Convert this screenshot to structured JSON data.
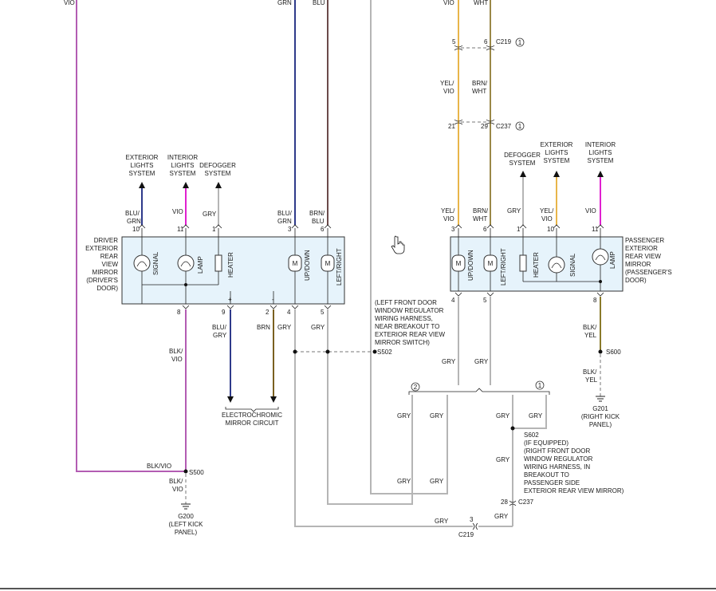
{
  "colors": {
    "vio": "#b35cb3",
    "grn_blu": "#2e3a8a",
    "blu_grn": "#2e3a8a",
    "brn_blu": "#6b4a4a",
    "gry": "#b5b5b5",
    "yel_vio": "#e8b54a",
    "brn_wht": "#9a8848",
    "magenta": "#e020d0",
    "brn": "#7a6020",
    "blk_yel": "#8a7a2a",
    "box_fill": "#e6f3fb"
  },
  "top_labels": {
    "vio": "VIO",
    "grn": "GRN",
    "blu": "BLU",
    "vio2": "VIO",
    "wht": "WHT"
  },
  "connectors": {
    "c219_top": {
      "pin5": "5",
      "pin6": "6",
      "name": "C219",
      "badge": "1"
    },
    "c237_top": {
      "pin21": "21",
      "pin29": "29",
      "name": "C237",
      "badge": "1"
    },
    "c237_bottom": {
      "pin": "28",
      "name": "C237"
    },
    "c219_bottom": {
      "pin": "3",
      "name": "C219"
    }
  },
  "mid_wire_labels": {
    "yel_vio_1": "YEL/",
    "yel_vio_2": "VIO",
    "brn_wht_1": "BRN/",
    "brn_wht_2": "WHT"
  },
  "driver": {
    "sys1": [
      "EXTERIOR",
      "LIGHTS",
      "SYSTEM"
    ],
    "sys2": [
      "INTERIOR",
      "LIGHTS",
      "SYSTEM"
    ],
    "sys3": [
      "DEFOGGER",
      "SYSTEM"
    ],
    "w10": [
      "BLU/",
      "GRN"
    ],
    "w11": "VIO",
    "w1": "GRY",
    "w3": [
      "BLU/",
      "GRN"
    ],
    "w6": [
      "BRN/",
      "BLU"
    ],
    "pins": {
      "p10": "10",
      "p11": "11",
      "p1": "1",
      "p3": "3",
      "p6": "6",
      "p8": "8",
      "p9": "9",
      "p2": "2",
      "p4": "4",
      "p5": "5"
    },
    "signs": {
      "plus": "+",
      "minus": "-"
    },
    "comp": {
      "signal": "SIGNAL",
      "lamp": "LAMP",
      "heater": "HEATER",
      "updown": "UP/DOWN",
      "leftright": "LEFT/RIGHT",
      "m": "M"
    },
    "name": [
      "DRIVER",
      "EXTERIOR",
      "REAR",
      "VIEW",
      "MIRROR",
      "(DRIVER'S",
      "DOOR)"
    ],
    "bottom_w9": [
      "BLU/",
      "GRY"
    ],
    "bottom_w2": "BRN",
    "bottom_w4": "GRY",
    "bottom_w5": "GRY",
    "blk_vio": [
      "BLK/",
      "VIO"
    ],
    "electro": [
      "ELECTROCHROMIC",
      "MIRROR CIRCUIT"
    ]
  },
  "s502": {
    "name": "S502",
    "note": [
      "(LEFT FRONT DOOR",
      "WINDOW REGULATOR",
      "WIRING HARNESS,",
      "NEAR BREAKOUT TO",
      "EXTERIOR REAR VIEW",
      "MIRROR SWITCH)"
    ]
  },
  "s500": {
    "name": "S500",
    "blk_vio_top": "BLK/VIO",
    "blk_vio_bot": [
      "BLK/",
      "VIO"
    ]
  },
  "g200": [
    "G200",
    "(LEFT KICK",
    "PANEL)"
  ],
  "passenger": {
    "sys1": [
      "DEFOGGER",
      "SYSTEM"
    ],
    "sys2": [
      "EXTERIOR",
      "LIGHTS",
      "SYSTEM"
    ],
    "sys3": [
      "INTERIOR",
      "LIGHTS",
      "SYSTEM"
    ],
    "w3": [
      "YEL/",
      "VIO"
    ],
    "w6": [
      "BRN/",
      "WHT"
    ],
    "w1": "GRY",
    "w10": [
      "YEL/",
      "VIO"
    ],
    "w11": "VIO",
    "pins": {
      "p3": "3",
      "p6": "6",
      "p1": "1",
      "p10": "10",
      "p11": "11",
      "p4": "4",
      "p5": "5",
      "p8": "8"
    },
    "comp": {
      "updown": "UP/DOWN",
      "leftright": "LEFT/RIGHT",
      "heater": "HEATER",
      "signal": "SIGNAL",
      "lamp": "LAMP",
      "m": "M"
    },
    "name": [
      "PASSENGER",
      "EXTERIOR",
      "REAR VIEW",
      "MIRROR",
      "(PASSENGER'S",
      "DOOR)"
    ],
    "w4": "GRY",
    "w5": "GRY",
    "blk_yel": [
      "BLK/",
      "YEL"
    ]
  },
  "s600": {
    "name": "S600",
    "blk_yel": [
      "BLK/",
      "YEL"
    ]
  },
  "g201": [
    "G201",
    "(RIGHT KICK",
    "PANEL)"
  ],
  "variants": {
    "v2": "2",
    "v1": "1"
  },
  "gry_labels": {
    "a": "GRY",
    "b": "GRY",
    "c": "GRY",
    "d": "GRY",
    "e": "GRY",
    "f": "GRY",
    "g": "GRY",
    "h": "GRY",
    "i": "GRY",
    "j": "GRY"
  },
  "s602": {
    "name": "S602",
    "note": [
      "(IF EQUIPPED)",
      "(RIGHT FRONT DOOR",
      "WINDOW REGULATOR",
      "WIRING HARNESS, IN",
      "BREAKOUT TO",
      "PASSENGER SIDE",
      "EXTERIOR REAR VIEW MIRROR)"
    ]
  }
}
